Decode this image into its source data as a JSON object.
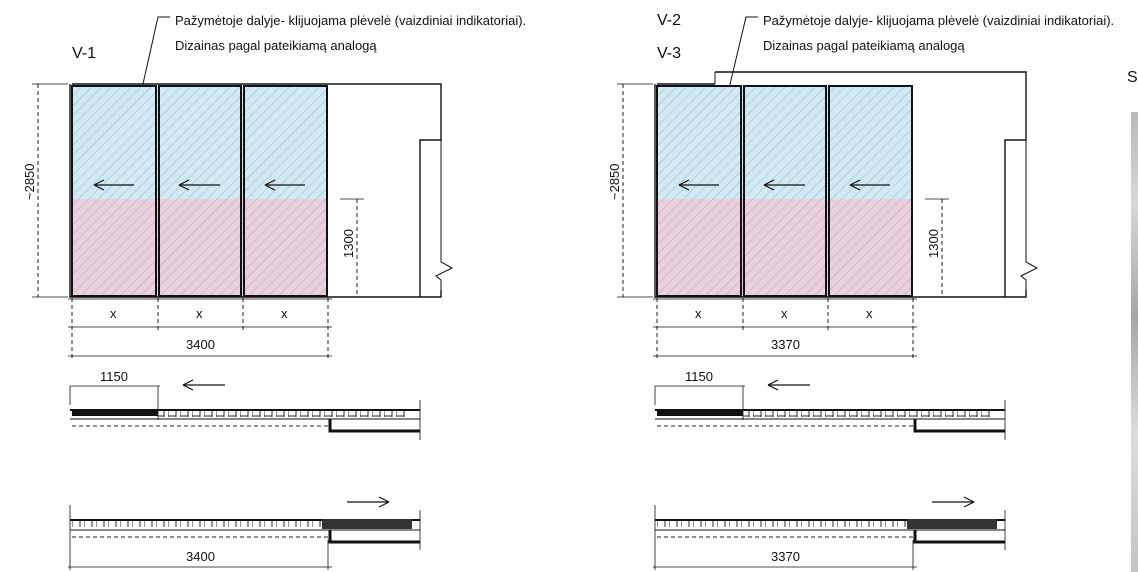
{
  "note_text_line1": "Pažymėtoje dalyje- klijuojama plėvelė (vaizdiniai indikatoriai).",
  "note_text_line2": "Dizainas pagal pateikiamą analogą",
  "corner_label": "S",
  "colors": {
    "upper_film": "#cfe9f5",
    "lower_film": "#ead0dc",
    "line": "#111111"
  },
  "views": [
    {
      "labels": [
        "V-1"
      ],
      "height_dim": "~2850",
      "film_height_dim": "1300",
      "panel_width_dim": "x",
      "total_width_dim": "3400",
      "slide_offset_dim": "1150",
      "bottom_width_dim": "3400",
      "open_direction_arrow": "←",
      "close_direction_arrow": "→"
    },
    {
      "labels": [
        "V-2",
        "V-3"
      ],
      "height_dim": "~2850",
      "film_height_dim": "1300",
      "panel_width_dim": "x",
      "total_width_dim": "3370",
      "slide_offset_dim": "1150",
      "bottom_width_dim": "3370",
      "open_direction_arrow": "←",
      "close_direction_arrow": "→"
    }
  ]
}
